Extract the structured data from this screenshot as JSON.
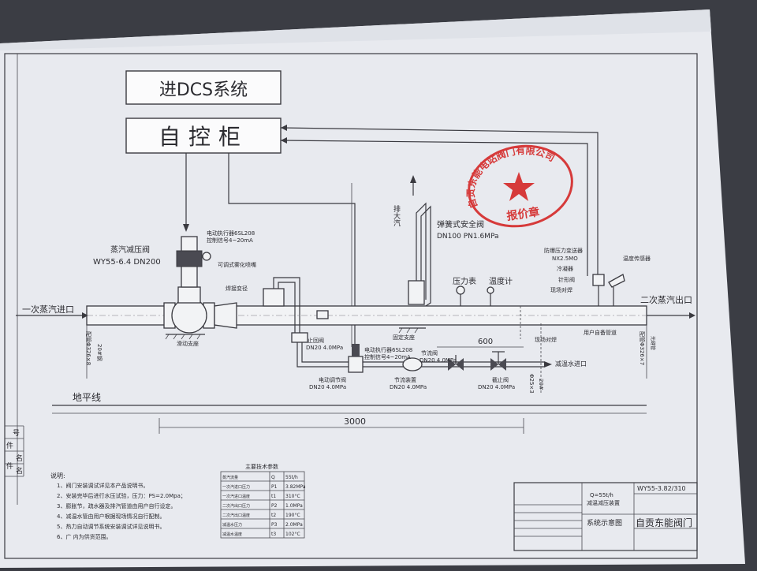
{
  "title_box_dcs": "进DCS系统",
  "title_box_control": "自控柜",
  "labels": {
    "inlet": "一次蒸汽进口",
    "outlet": "二次蒸汽出口",
    "steam_pressure_valve": "蒸汽减压阀",
    "steam_valve_model": "WY55-6.4 DN200",
    "actuator_1": "电动执行器6SL208",
    "actuator_1_signal": "控制信号4~20mA",
    "atomizer": "可调式雾化喷嘴",
    "welded_reducer": "焊接变径",
    "exhaust": "排大汽",
    "safety_valve": "弹簧式安全阀",
    "safety_valve_spec": "DN100 PN1.6MPa",
    "pressure_gauge": "压力表",
    "thermometer": "温度计",
    "pressure_transmitter": "防爆压力变送器",
    "pressure_transmitter_spec": "NX2.5MO",
    "cooler": "冷凝器",
    "needle_valve": "针形阀",
    "site_weld_1": "现场对焊",
    "temp_sensor": "温度传感器",
    "check_valve": "止回阀",
    "check_valve_spec": "DN20 4.0MPa",
    "sliding_support": "滑动支座",
    "fixed_support": "固定支座",
    "actuator_2": "电动执行器6SL208",
    "actuator_2_signal": "控制信号4~20mA",
    "throttle_valve": "节流阀",
    "throttle_valve_spec": "DN20 4.0MPa",
    "site_weld_2": "现场对焊",
    "user_pipe": "用户自备管道",
    "desuper_water_inlet": "减温水进口",
    "electric_regulating_valve": "电动调节阀",
    "electric_regulating_valve_spec": "DN20 4.0MPa",
    "throttle_device": "节流装置",
    "throttle_device_spec": "DN20 4.0MPa",
    "stop_valve": "截止阀",
    "stop_valve_spec": "DN20 4.0MPa",
    "dim_600": "600",
    "dim_3000": "3000",
    "ground_line": "地平线",
    "pipe_left_spec": "配管Φ326×8",
    "pipe_left_material": "20#钢",
    "pipe_right_spec": "配管Φ326×7",
    "pipe_right_material": "无缝管",
    "water_pipe_spec": "Φ25×3",
    "water_pipe_material": "20#",
    "left_margin_1": "号",
    "left_margin_2": "件",
    "left_margin_3": "名",
    "left_margin_4": "件",
    "left_margin_5": "名"
  },
  "stamp": {
    "company_arc": "自贡东能电站阀门有限公司",
    "label": "报价章",
    "color": "#d63a3a"
  },
  "notes": {
    "heading": "说明:",
    "items": [
      "1、阀门安装调试详见本产品说明书。",
      "2、安装完毕后进行水压试验，压力：PS=2.0Mpa；",
      "3、膨胀节，疏水器及排汽管道由用户自行设定。",
      "4、减温水管由用户根据现场情况自行配制。",
      "5、热力自动调节系统安装调试详见说明书。",
      "6、广 内为供货范围。"
    ]
  },
  "tech_table": {
    "title": "主要技术参数",
    "rows": [
      [
        "蒸汽流量",
        "Q",
        "55t/h"
      ],
      [
        "一次汽进口压力",
        "P1",
        "3.82MPa"
      ],
      [
        "一次汽进口温度",
        "t1",
        "310°C"
      ],
      [
        "二次汽出口压力",
        "P2",
        "1.0MPa"
      ],
      [
        "二次汽出口温度",
        "t2",
        "190°C"
      ],
      [
        "减温水压力",
        "P3",
        "2.0MPa"
      ],
      [
        "减温水温度",
        "t3",
        "102°C"
      ]
    ]
  },
  "title_block": {
    "flow": "Q=55t/h",
    "device": "减温减压装置",
    "drawing_no": "WY55-3.82/310",
    "diagram_name": "系统示意图",
    "company": "自贡东能阀门"
  }
}
